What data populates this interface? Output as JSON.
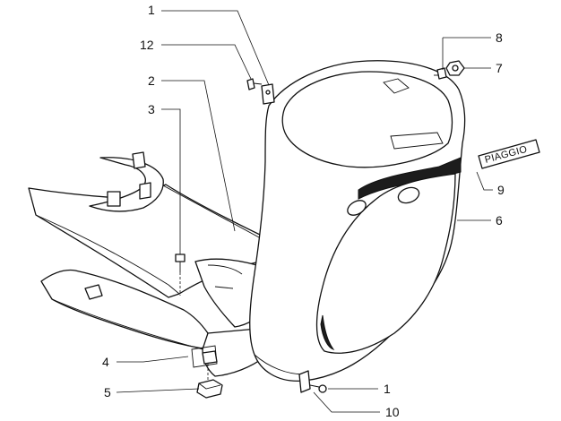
{
  "callouts": {
    "c1_top": "1",
    "c12": "12",
    "c2": "2",
    "c3": "3",
    "c8": "8",
    "c7": "7",
    "c9": "9",
    "c6": "6",
    "c4": "4",
    "c5": "5",
    "c1_bottom": "1",
    "c10": "10"
  },
  "badge": {
    "text": "PIAGGIO"
  }
}
